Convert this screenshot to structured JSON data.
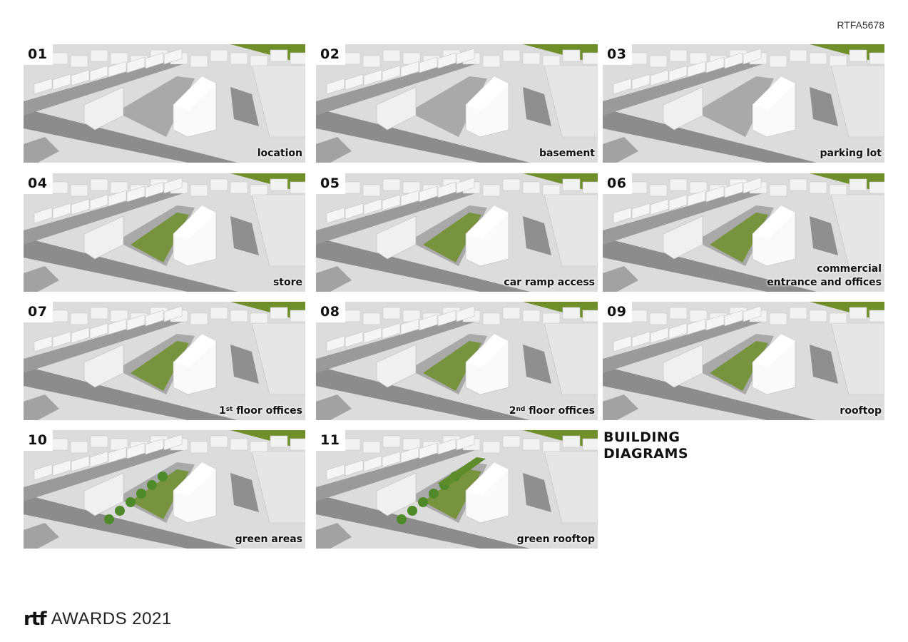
{
  "header": {
    "code": "RTFA5678"
  },
  "title": {
    "line1": "BUILDING",
    "line2": "DIAGRAMS"
  },
  "panels": [
    {
      "num": "01",
      "cap": "location",
      "green": 0
    },
    {
      "num": "02",
      "cap": "basement",
      "green": 0
    },
    {
      "num": "03",
      "cap": "parking lot",
      "green": 0
    },
    {
      "num": "04",
      "cap": "store",
      "green": 1
    },
    {
      "num": "05",
      "cap": "car ramp access",
      "green": 1
    },
    {
      "num": "06",
      "cap": "commercial",
      "cap2": "entrance and offices",
      "green": 1
    },
    {
      "num": "07",
      "cap_n": "1",
      "cap_sup": "st",
      "cap_rest": " floor offices",
      "green": 1
    },
    {
      "num": "08",
      "cap_n": "2",
      "cap_sup": "nd",
      "cap_rest": " floor offices",
      "green": 1
    },
    {
      "num": "09",
      "cap": "rooftop",
      "green": 1
    },
    {
      "num": "10",
      "cap": "green areas",
      "green": 2
    },
    {
      "num": "11",
      "cap": "green rooftop",
      "green": 3
    }
  ],
  "logo": {
    "mark": "rtf",
    "text": "AWARDS 2021"
  },
  "colors": {
    "grass": "#6f8f2a",
    "road": "#8a8a8a",
    "block": "#f4f4f4",
    "ground": "#dadada"
  }
}
